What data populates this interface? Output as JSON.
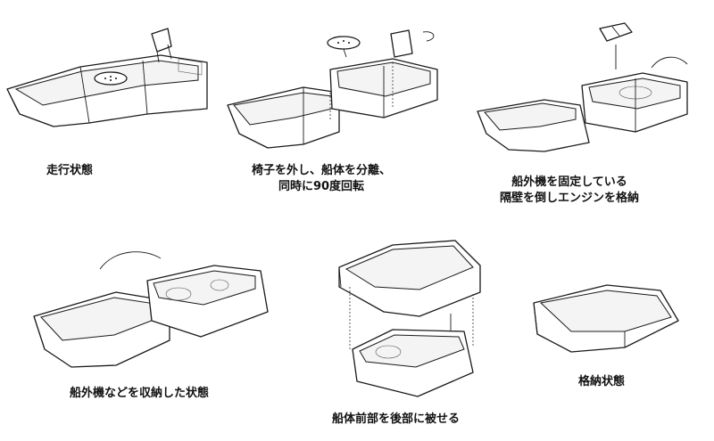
{
  "steps": [
    {
      "lines": [
        "走行状態"
      ]
    },
    {
      "lines": [
        "椅子を外し、船体を分離、",
        "同時に90度回転"
      ]
    },
    {
      "lines": [
        "船外機を固定している",
        "隔壁を倒しエンジンを格納"
      ]
    },
    {
      "lines": [
        "船外機などを収納した状態"
      ]
    },
    {
      "lines": [
        "船体前部を後部に被せる"
      ]
    },
    {
      "lines": [
        "格納状態"
      ]
    }
  ]
}
